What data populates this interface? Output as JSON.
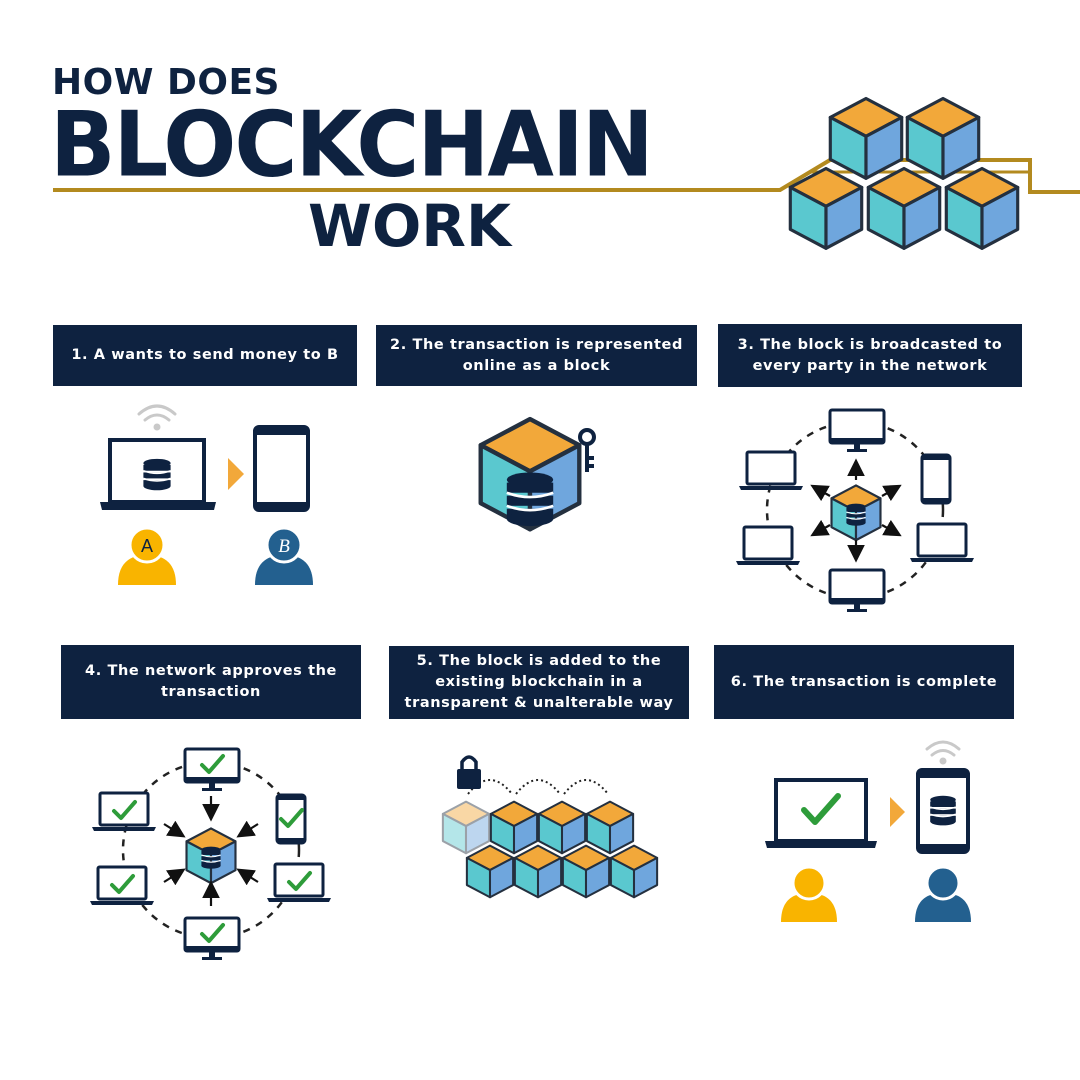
{
  "title": {
    "line1": "HOW DOES",
    "line2": "BLOCKCHAIN",
    "line3": "WORK"
  },
  "steps": [
    {
      "label": "1.  A wants to send money to B"
    },
    {
      "label": "2. The transaction is represented\nonline as a block"
    },
    {
      "label": "3. The block is broadcasted to\nevery party in the network"
    },
    {
      "label": "4. The network approves the\ntransaction"
    },
    {
      "label": "5. The block is added to the\nexisting blockchain in a\ntransparent & unalterable way"
    },
    {
      "label": "6. The transaction is complete"
    }
  ],
  "people": {
    "a_label": "A",
    "b_label": "B"
  },
  "colors": {
    "navy": "#0e2240",
    "gold": "#b38a1f",
    "orange": "#f2a83a",
    "cyan": "#5ac8cf",
    "blue": "#6fa6dd",
    "person_yellow": "#f9b400",
    "person_blue": "#23608f",
    "check_green": "#2e9c3a"
  },
  "icons": [
    "cube-icon",
    "database-icon",
    "key-icon",
    "laptop-icon",
    "tablet-icon",
    "monitor-icon",
    "phone-icon",
    "person-icon",
    "checkmark-icon",
    "lock-icon",
    "wifi-icon",
    "arrow-icon"
  ]
}
